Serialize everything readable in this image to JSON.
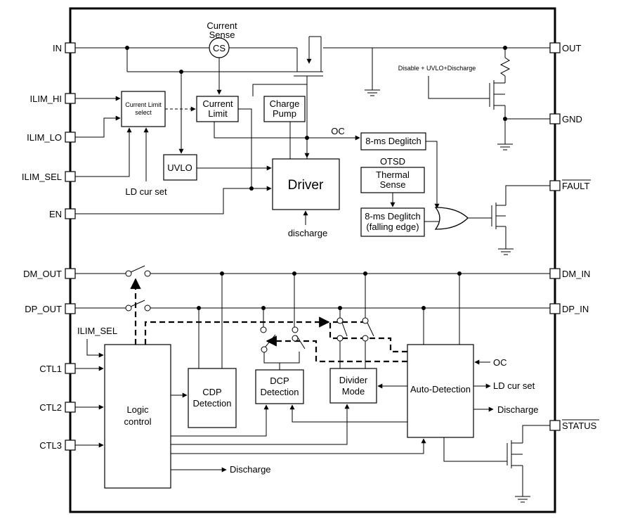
{
  "pins": {
    "in": "IN",
    "ilim_hi": "ILIM_HI",
    "ilim_lo": "ILIM_LO",
    "ilim_sel": "ILIM_SEL",
    "en": "EN",
    "dm_out": "DM_OUT",
    "dp_out": "DP_OUT",
    "ctl1": "CTL1",
    "ctl2": "CTL2",
    "ctl3": "CTL3",
    "out": "OUT",
    "gnd": "GND",
    "fault": "FAULT",
    "dm_in": "DM_IN",
    "dp_in": "DP_IN",
    "status": "STATUS"
  },
  "blocks": {
    "current_sense_l1": "Current",
    "current_sense_l2": "Sense",
    "cs": "CS",
    "current_limit_select_l1": "Current Limit",
    "current_limit_select_l2": "select",
    "current_limit_l1": "Current",
    "current_limit_l2": "Limit",
    "charge_pump_l1": "Charge",
    "charge_pump_l2": "Pump",
    "uvlo": "UVLO",
    "driver": "Driver",
    "deglitch_oc": "8-ms Deglitch",
    "otsd": "OTSD",
    "thermal_l1": "Thermal",
    "thermal_l2": "Sense",
    "deglitch_falling_l1": "8-ms Deglitch",
    "deglitch_falling_l2": "(falling edge)",
    "cdp_l1": "CDP",
    "cdp_l2": "Detection",
    "dcp_l1": "DCP",
    "dcp_l2": "Detection",
    "divider_l1": "Divider",
    "divider_l2": "Mode",
    "auto_detection": "Auto-Detection",
    "logic_l1": "Logic",
    "logic_l2": "control"
  },
  "labels": {
    "oc_driver": "OC",
    "ld_cur_set_left": "LD cur set",
    "discharge_driver": "discharge",
    "disable_uvlo_discharge": "Disable + UVLO+Discharge",
    "ilim_sel_internal": "ILIM_SEL",
    "oc_auto": "OC",
    "ld_cur_set_auto": "LD cur set",
    "discharge_auto": "Discharge",
    "discharge_logic": "Discharge"
  }
}
